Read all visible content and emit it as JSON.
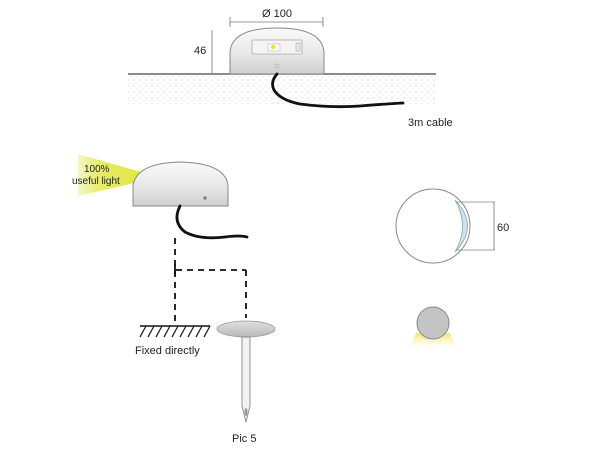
{
  "top_view": {
    "diameter_label": "Ø 100",
    "height_label": "46",
    "cable_label": "3m cable"
  },
  "light_view": {
    "light_label_line1": "100%",
    "light_label_line2": "useful light",
    "mount_label": "Fixed directly",
    "spike_label": "Pic 5"
  },
  "side_view": {
    "dimension_label": "60"
  },
  "colors": {
    "light_beam": "#dfe63a",
    "cable": "#111111",
    "housing": "#eeeeee",
    "outline": "#888888",
    "led": "#f5e21a"
  }
}
